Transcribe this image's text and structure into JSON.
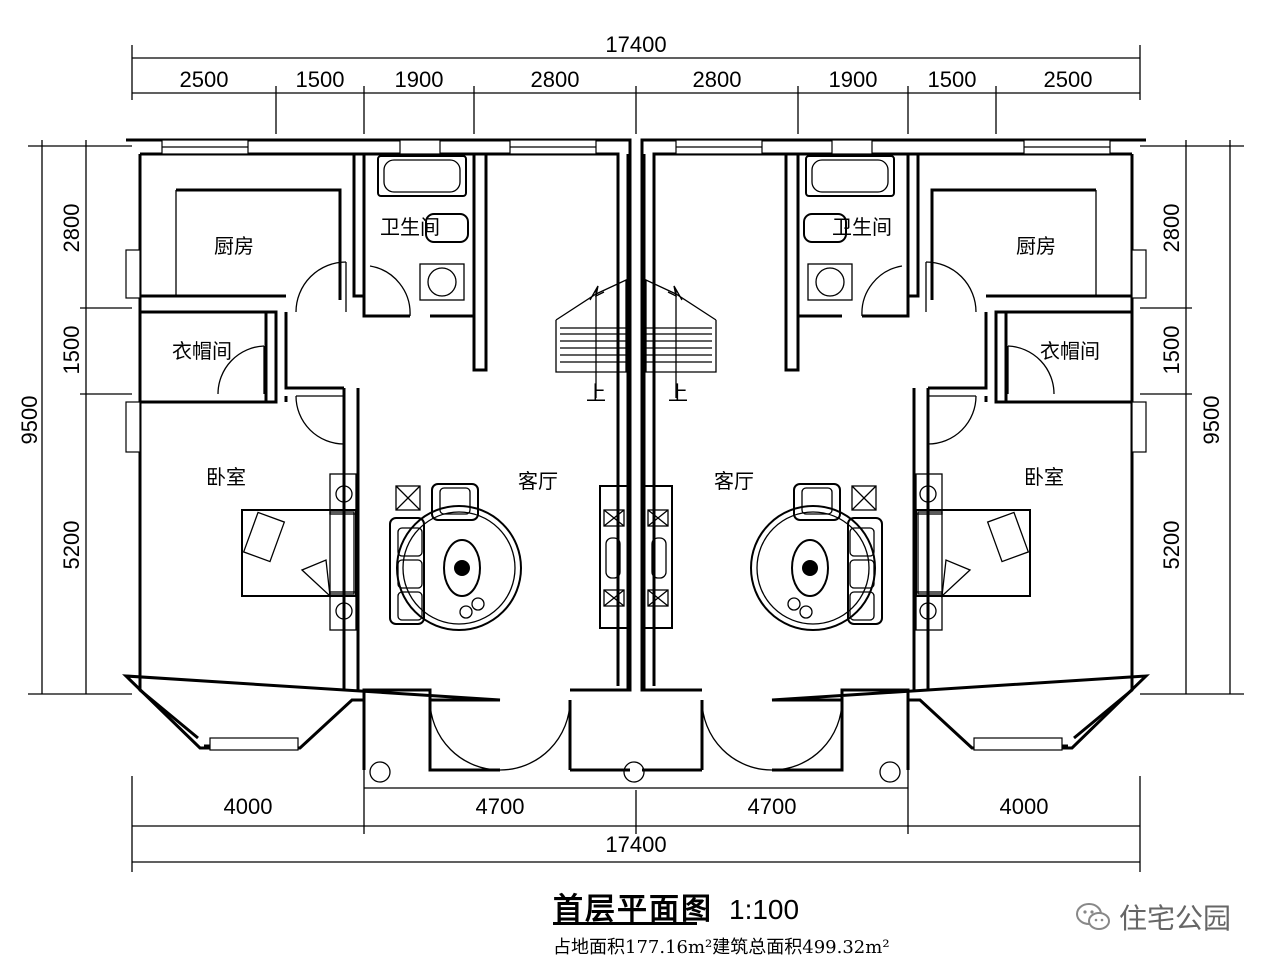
{
  "dimensions": {
    "top_total": "17400",
    "top_segments": [
      "2500",
      "1500",
      "1900",
      "2800",
      "2800",
      "1900",
      "1500",
      "2500"
    ],
    "bottom_total": "17400",
    "bottom_segments": [
      "4000",
      "4700",
      "4700",
      "4000"
    ],
    "left_total": "9500",
    "left_segments": [
      "2800",
      "1500",
      "5200"
    ],
    "right_total": "9500",
    "right_segments": [
      "2800",
      "1500",
      "5200"
    ]
  },
  "rooms": {
    "kitchen_left": "厨房",
    "bath_left": "卫生间",
    "closet_left": "衣帽间",
    "bedroom_left": "卧室",
    "living_left": "客厅",
    "stair_up_left": "上",
    "kitchen_right": "厨房",
    "bath_right": "卫生间",
    "closet_right": "衣帽间",
    "bedroom_right": "卧室",
    "living_right": "客厅",
    "stair_up_right": "上"
  },
  "title": {
    "name": "首层平面图",
    "scale": "1:100",
    "area_note": "占地面积177.16m²建筑总面积499.32m²"
  },
  "brand": {
    "icon": "wechat-icon",
    "label": "住宅公园"
  }
}
